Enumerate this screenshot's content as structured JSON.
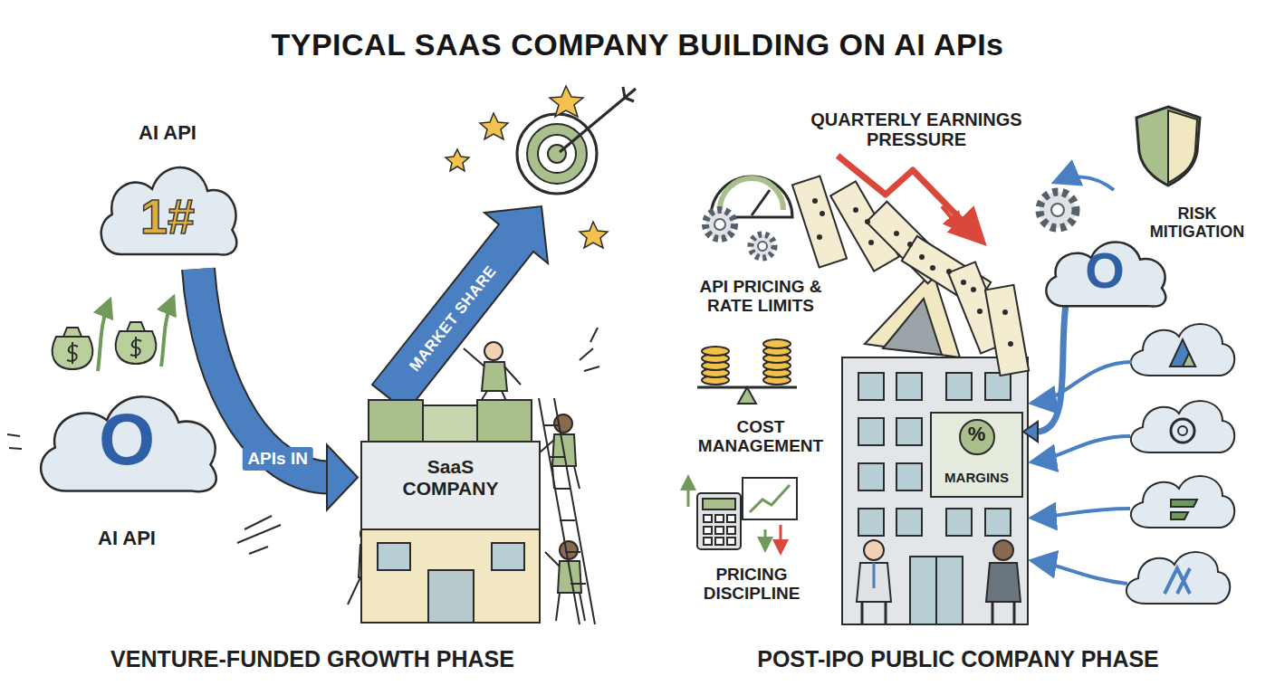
{
  "diagram": {
    "title": "TYPICAL SAAS COMPANY BUILDING ON AI APIs",
    "nodes": [
      {
        "text": [
          "AI API",
          "1#"
        ]
      },
      {
        "text": [
          "O",
          "AI API"
        ]
      },
      {
        "text": [
          "SaaS COMPANY"
        ]
      },
      {
        "text": [
          "%",
          "MARGINS"
        ]
      },
      {
        "text": [
          "O"
        ]
      }
    ],
    "edges": [
      {
        "from": 0,
        "to": 2,
        "label": "APIs IN",
        "arrow": "to"
      },
      {
        "from": 4,
        "to": 3,
        "arrow": "to"
      }
    ],
    "labels": [
      "MARKET SHARE",
      "VENTURE-FUNDED GROWTH PHASE",
      "QUARTERLY EARNINGS PRESSURE",
      "API PRICING & RATE LIMITS",
      "COST MANAGEMENT",
      "PRICING DISCIPLINE",
      "RISK MITIGATION",
      "POST-IPO PUBLIC COMPANY PHASE"
    ]
  }
}
